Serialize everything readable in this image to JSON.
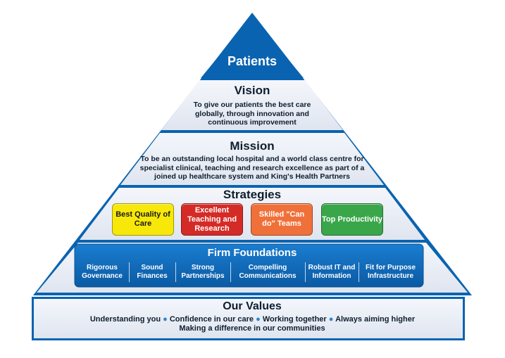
{
  "apex": {
    "label": "Patients"
  },
  "vision": {
    "title": "Vision",
    "text": "To give our patients the best care globally, through innovation and continuous improvement"
  },
  "mission": {
    "title": "Mission",
    "text": "To be an outstanding local hospital and a world class centre for specialist clinical, teaching and research excellence as part of a joined up healthcare system and King's Health Partners"
  },
  "strategies": {
    "title": "Strategies",
    "items": [
      {
        "label": "Best Quality of Care",
        "color": "#f7e80a",
        "text_color": "#1a1a1a"
      },
      {
        "label": "Excellent Teaching and Research",
        "color": "#d42b26",
        "text_color": "#ffffff"
      },
      {
        "label": "Skilled \"Can do\" Teams",
        "color": "#f0703a",
        "text_color": "#ffffff"
      },
      {
        "label": "Top Productivity",
        "color": "#3aa64a",
        "text_color": "#ffffff"
      }
    ]
  },
  "foundations": {
    "title": "Firm Foundations",
    "items": [
      {
        "label": "Rigorous Governance"
      },
      {
        "label": "Sound Finances"
      },
      {
        "label": "Strong Partnerships"
      },
      {
        "label": "Compelling Communications"
      },
      {
        "label": "Robust IT and Information"
      },
      {
        "label": "Fit for Purpose Infrastructure"
      }
    ]
  },
  "values": {
    "title": "Our Values",
    "items": [
      {
        "label": "Understanding you"
      },
      {
        "label": "Confidence in our care"
      },
      {
        "label": "Working together"
      },
      {
        "label": "Always aiming higher"
      }
    ],
    "line2": "Making a difference in our communities"
  },
  "colors": {
    "primary_blue": "#0a63b0",
    "band_fill": "#e9edf5",
    "outline": "#0a63b0"
  }
}
